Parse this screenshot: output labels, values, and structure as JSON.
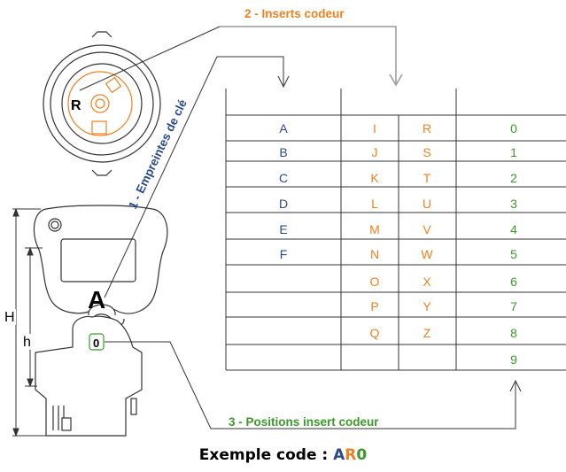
{
  "colors": {
    "blue": "#2a4a8f",
    "orange": "#f08020",
    "green": "#3a9a2a",
    "line": "#333333"
  },
  "labels": {
    "key_prints": "1 - Empreintes de clé",
    "coder_inserts": "2 - Inserts codeur",
    "insert_positions": "3 - Positions insert codeur"
  },
  "key": {
    "letter": "A",
    "insert_letter": "R",
    "position_digit": "0",
    "dim_total": "H",
    "dim_partial": "h"
  },
  "table": {
    "key_prints": [
      "A",
      "B",
      "C",
      "D",
      "E",
      "F"
    ],
    "inserts_col1": [
      "I",
      "J",
      "K",
      "L",
      "M",
      "N",
      "O",
      "P",
      "Q"
    ],
    "inserts_col2": [
      "R",
      "S",
      "T",
      "U",
      "V",
      "W",
      "X",
      "Y",
      "Z"
    ],
    "positions": [
      "0",
      "1",
      "2",
      "3",
      "4",
      "5",
      "6",
      "7",
      "8",
      "9"
    ]
  },
  "example": {
    "prefix": "Exemple code : ",
    "part1": "A",
    "part2": "R",
    "part3": "0"
  }
}
